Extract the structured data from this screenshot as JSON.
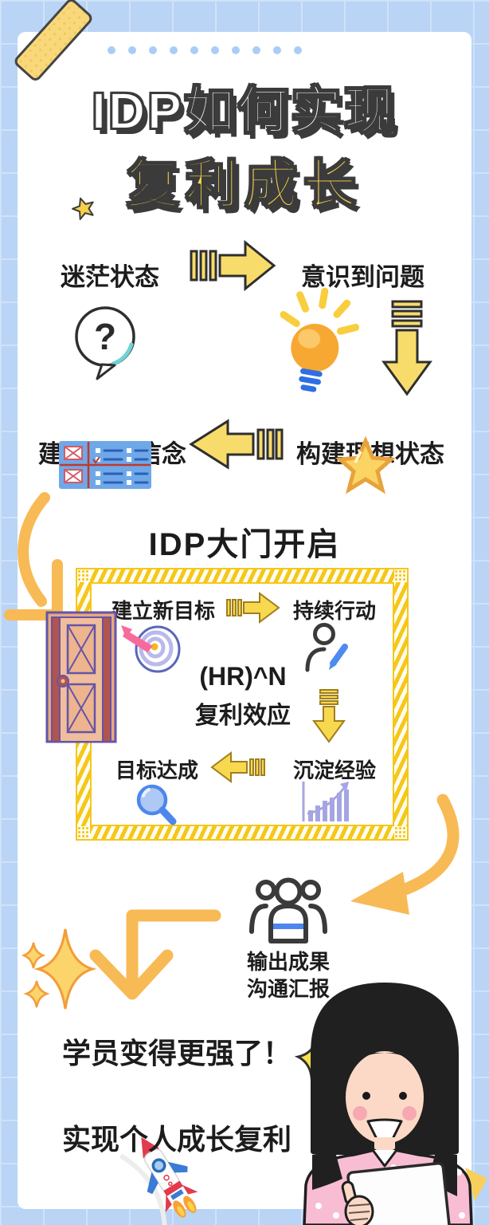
{
  "header": {
    "title_line1": "IDP如何实现",
    "title_line2": "复利成长"
  },
  "flow": {
    "confused": "迷茫状态",
    "aware": "意识到问题",
    "ideal": "构建理想状态",
    "belief": "建立行动信念",
    "question_mark": "?"
  },
  "idp": {
    "section_title": "IDP大门开启",
    "new_goal": "建立新目标",
    "keep_action": "持续行动",
    "formula": "(HR)^N",
    "formula_label": "复利效应",
    "experience": "沉淀经验",
    "achieved": "目标达成"
  },
  "output": {
    "line1": "输出成果",
    "line2": "沟通汇报"
  },
  "conclusion": {
    "line1": "学员变得更强了！",
    "line2": "实现个人成长复利"
  },
  "colors": {
    "background": "#B9D4F5",
    "card": "#FFFFFF",
    "title_yellow": "#F8D44F",
    "arrow_yellow": "#F8DC6B",
    "arrow_outline": "#2F2F2F",
    "curved_arrow_orange": "#F8BA55",
    "hatch_yellow": "#F5C71A",
    "text_dark": "#1C1C1C",
    "icon_blue": "#4D86EC",
    "lavender": "#A5A5E3",
    "dart_pink": "#F86A9B",
    "shirt_pink": "#F9BDD3",
    "door_tan": "#F0BE9C",
    "door_maroon": "#B2544E",
    "door_purple": "#6554A8",
    "checklist_blue": "#6FA8E8",
    "bulb_orange": "#F7A832",
    "teal_accent": "#6ED4D4"
  },
  "icons": {
    "tape-icon": "diagonal washi tape strip",
    "dot-row": "row of blue dots",
    "star-icon": "small five-point star",
    "question-bubble-icon": "speech bubble with question mark",
    "lightbulb-icon": "glowing light bulb",
    "block-arrow-right-icon": "striped yellow block arrow pointing right",
    "block-arrow-down-icon": "striped yellow block arrow pointing down",
    "block-arrow-left-icon": "striped yellow block arrow pointing left",
    "checklist-icon": "blue checklist table with red crosses",
    "pixel-star-icon": "pixel art yellow star",
    "curved-arrow-left-icon": "curved arrow sweeping down to the left",
    "door-icon": "wooden door with X panels",
    "target-icon": "dart hitting target rings",
    "person-edit-icon": "person outline with pencil",
    "small-arrow-down-icon": "small striped arrow down",
    "magnifier-icon": "blue magnifying glass",
    "growth-chart-icon": "rising bar chart with trend arrow",
    "curved-arrow-right-icon": "large brush curved arrow down-left",
    "group-icon": "three-person team outline",
    "elbow-arrow-icon": "elbow arrow turning down",
    "sparkles-icon": "cluster of four-point sparkles",
    "sparkle-icon": "single four-point sparkle",
    "rocket-icon": "launching rocket with flames",
    "woman-illustration": "smiling woman holding a laptop, thumbs up"
  }
}
